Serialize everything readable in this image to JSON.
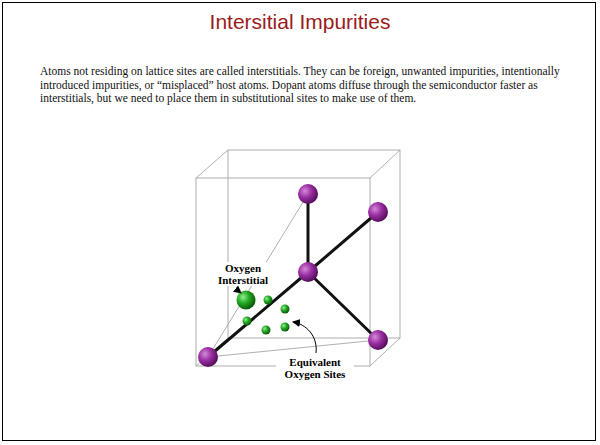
{
  "diagram": {
    "title": "Intersitial Impurities",
    "labels": [
      "Atoms not residing on lattice sites are called interstitials. They can be foreign, unwanted impurities, intentionally introduced impurities, or “misplaced” host atoms. Dopant atoms diffuse through the semiconductor faster as interstitials, but we need to place them in substitutional sites to make use of them.",
      "Oxygen Interstitial",
      "Equivalent Oxygen Sites"
    ]
  }
}
